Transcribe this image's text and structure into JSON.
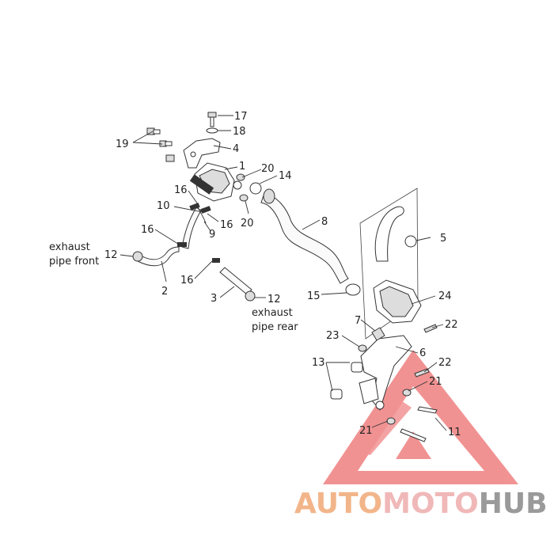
{
  "callouts": [
    {
      "id": "17",
      "text": "17"
    },
    {
      "id": "18",
      "text": "18"
    },
    {
      "id": "19",
      "text": "19"
    },
    {
      "id": "4",
      "text": "4"
    },
    {
      "id": "1",
      "text": "1"
    },
    {
      "id": "20a",
      "text": "20"
    },
    {
      "id": "14",
      "text": "14"
    },
    {
      "id": "16a",
      "text": "16"
    },
    {
      "id": "10",
      "text": "10"
    },
    {
      "id": "16b",
      "text": "16"
    },
    {
      "id": "20b",
      "text": "20"
    },
    {
      "id": "8",
      "text": "8"
    },
    {
      "id": "9",
      "text": "9"
    },
    {
      "id": "16c",
      "text": "16"
    },
    {
      "id": "5",
      "text": "5"
    },
    {
      "id": "12a",
      "text": "12"
    },
    {
      "id": "2",
      "text": "2"
    },
    {
      "id": "16d",
      "text": "16"
    },
    {
      "id": "15",
      "text": "15"
    },
    {
      "id": "24",
      "text": "24"
    },
    {
      "id": "3",
      "text": "3"
    },
    {
      "id": "12b",
      "text": "12"
    },
    {
      "id": "7",
      "text": "7"
    },
    {
      "id": "22a",
      "text": "22"
    },
    {
      "id": "23",
      "text": "23"
    },
    {
      "id": "6",
      "text": "6"
    },
    {
      "id": "13",
      "text": "13"
    },
    {
      "id": "22b",
      "text": "22"
    },
    {
      "id": "21a",
      "text": "21"
    },
    {
      "id": "21b",
      "text": "21"
    },
    {
      "id": "11",
      "text": "11"
    }
  ],
  "notes": {
    "exhaust_front_line1": "exhaust",
    "exhaust_front_line2": "pipe front",
    "exhaust_rear_line1": "exhaust",
    "exhaust_rear_line2": "pipe rear"
  },
  "watermark": {
    "part1": "AUTO",
    "part2": "MOTO",
    "part3": "HUB",
    "color_auto": "#f2b58a",
    "color_moto": "#f0b8b8",
    "color_hub": "#9a9a9a",
    "triangle_color": "#ef7f7f"
  }
}
